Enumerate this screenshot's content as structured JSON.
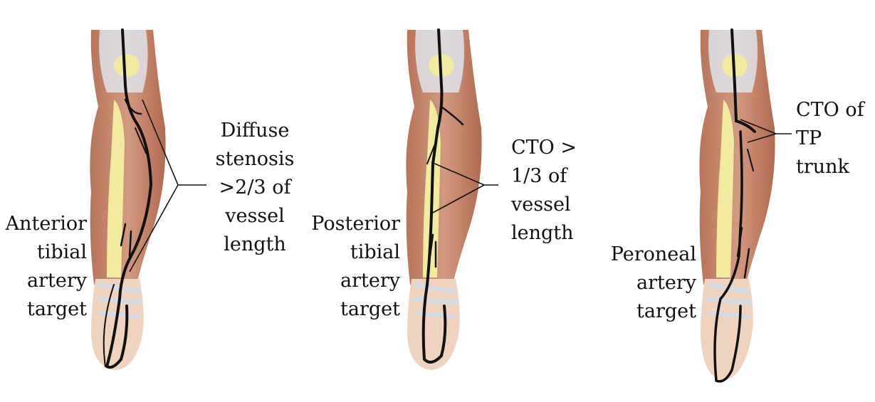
{
  "panels": [
    {
      "target_label": [
        "Anterior",
        "tibial",
        "artery",
        "target"
      ],
      "lesion_label": [
        "Diffuse",
        "stenosis",
        ">2/3 of",
        "vessel",
        "length"
      ]
    },
    {
      "target_label": [
        "Posterior",
        "tibial",
        "artery",
        "target"
      ],
      "lesion_label": [
        "CTO >",
        "1/3 of",
        "vessel",
        "length"
      ]
    },
    {
      "target_label": [
        "Peroneal",
        "artery",
        "target"
      ],
      "lesion_label": [
        "CTO of",
        "TP",
        "trunk"
      ]
    }
  ],
  "colors": {
    "muscle": "#c98a6f",
    "muscle_dark": "#a8644c",
    "tendon": "#dfe3ea",
    "bone": "#f2ea9e",
    "skin": "#efd3bf",
    "artery": "#111111"
  }
}
